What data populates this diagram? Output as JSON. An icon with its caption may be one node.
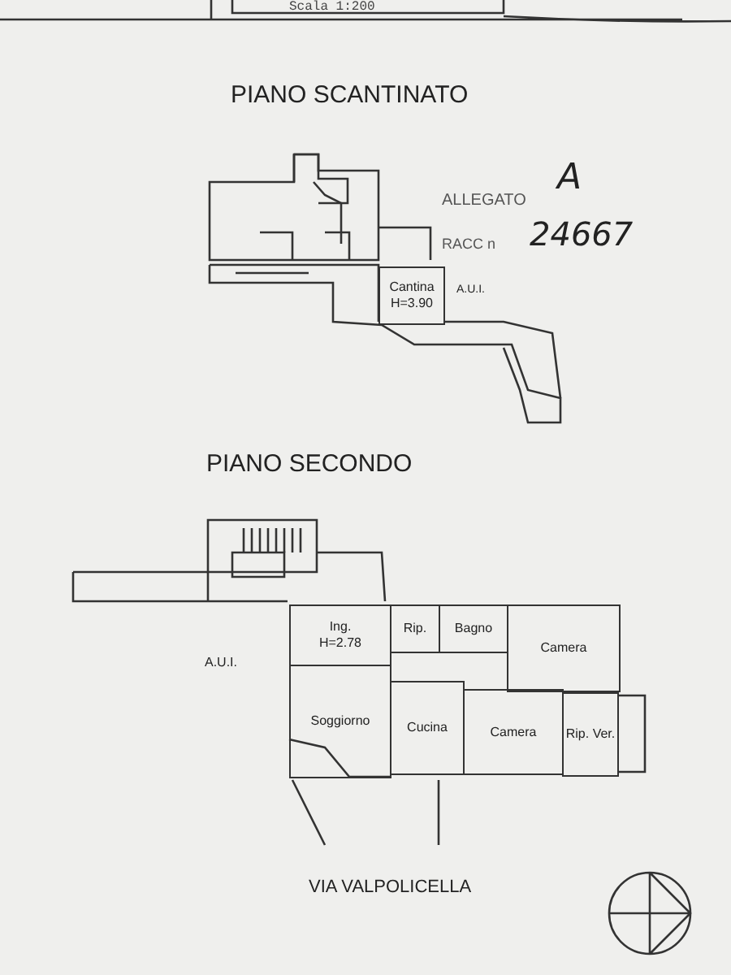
{
  "diagram": {
    "nodes": [
      {
        "text": [
          "Cantina",
          "H=3.90"
        ]
      },
      {
        "text": [
          "Ing.",
          "H=2.78"
        ]
      },
      {
        "text": [
          "Rip."
        ]
      },
      {
        "text": [
          "Bagno"
        ]
      },
      {
        "text": [
          "Camera"
        ]
      },
      {
        "text": [
          "Soggiorno"
        ]
      },
      {
        "text": [
          "Cucina"
        ]
      },
      {
        "text": [
          "Camera"
        ]
      },
      {
        "text": [
          "Rip. Ver."
        ]
      }
    ],
    "labels": [
      "Scala 1:200",
      "PIANO SCANTINATO",
      "ALLEGATO",
      "A",
      "RACC n",
      "24667",
      "A.U.I.",
      "PIANO SECONDO",
      "A.U.I.",
      "VIA VALPOLICELLA"
    ]
  }
}
